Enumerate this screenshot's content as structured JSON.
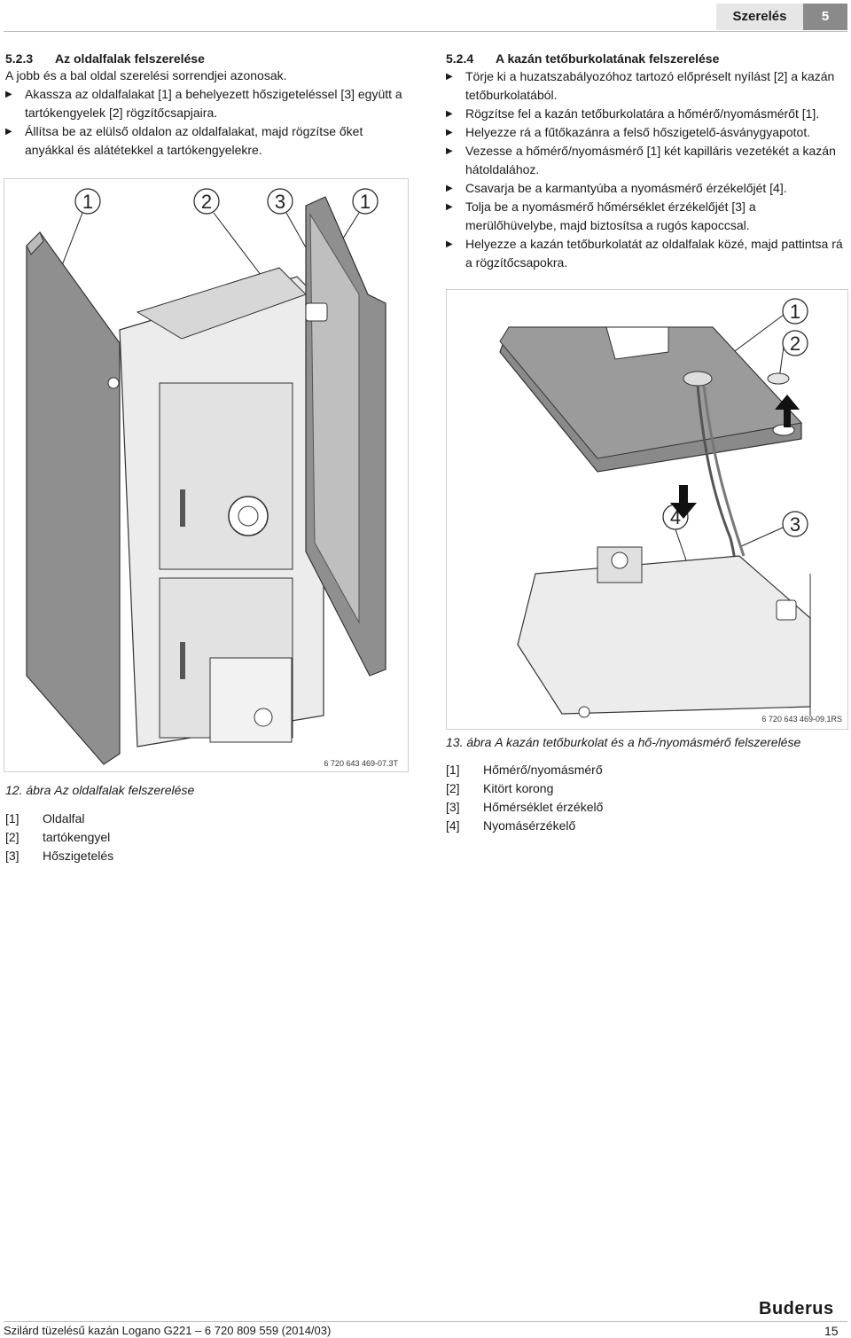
{
  "header": {
    "section": "Szerelés",
    "chapter": "5"
  },
  "left": {
    "heading_num": "5.2.3",
    "heading_title": "Az oldalfalak felszerelése",
    "intro": "A jobb és a bal oldal szerelési sorrendjei azonosak.",
    "steps": [
      "Akassza az oldalfalakat [1] a behelyezett hőszigeteléssel [3] együtt a tartókengyelek [2] rögzítőcsapjaira.",
      "Állítsa be az elülső oldalon az oldalfalakat, majd rögzítse őket anyákkal és alátétekkel a tartókengyelekre."
    ],
    "figure": {
      "callouts": [
        "1",
        "2",
        "3",
        "1"
      ],
      "code": "6 720 643 469-07.3T",
      "caption_num": "12. ábra",
      "caption_text": "Az oldalfalak felszerelése",
      "legend": [
        {
          "key": "[1]",
          "text": "Oldalfal"
        },
        {
          "key": "[2]",
          "text": "tartókengyel"
        },
        {
          "key": "[3]",
          "text": "Hőszigetelés"
        }
      ]
    }
  },
  "right": {
    "heading_num": "5.2.4",
    "heading_title": "A kazán tetőburkolatának felszerelése",
    "steps": [
      "Törje ki a huzatszabályozóhoz tartozó előpréselt nyílást [2] a kazán tetőburkolatából.",
      "Rögzítse fel a kazán tetőburkolatára a hőmérő/nyomásmérőt [1].",
      "Helyezze rá a fűtőkazánra a felső hőszigetelő-ásványgyapotot.",
      "Vezesse a hőmérő/nyomásmérő [1] két kapilláris vezetékét a kazán hátoldalához.",
      "Csavarja be a karmantyúba a nyomásmérő érzékelőjét [4].",
      "Tolja be a nyomásmérő hőmérséklet érzékelőjét [3] a merülőhüvelybe, majd biztosítsa a rugós kapoccsal.",
      "Helyezze a kazán tetőburkolatát az oldalfalak közé, majd pattintsa rá a rögzítőcsapokra."
    ],
    "figure": {
      "callouts": [
        "1",
        "2",
        "4",
        "3"
      ],
      "code": "6 720 643 469-09.1RS",
      "caption_num": "13. ábra",
      "caption_text": "A kazán tetőburkolat és a hő-/nyomásmérő felszerelése",
      "legend": [
        {
          "key": "[1]",
          "text": "Hőmérő/nyomásmérő"
        },
        {
          "key": "[2]",
          "text": "Kitört korong"
        },
        {
          "key": "[3]",
          "text": "Hőmérséklet érzékelő"
        },
        {
          "key": "[4]",
          "text": "Nyomásérzékelő"
        }
      ]
    }
  },
  "footer": {
    "text": "Szilárd tüzelésű kazán Logano G221 – 6 720 809 559 (2014/03)",
    "brand": "Buderus",
    "page": "15"
  }
}
